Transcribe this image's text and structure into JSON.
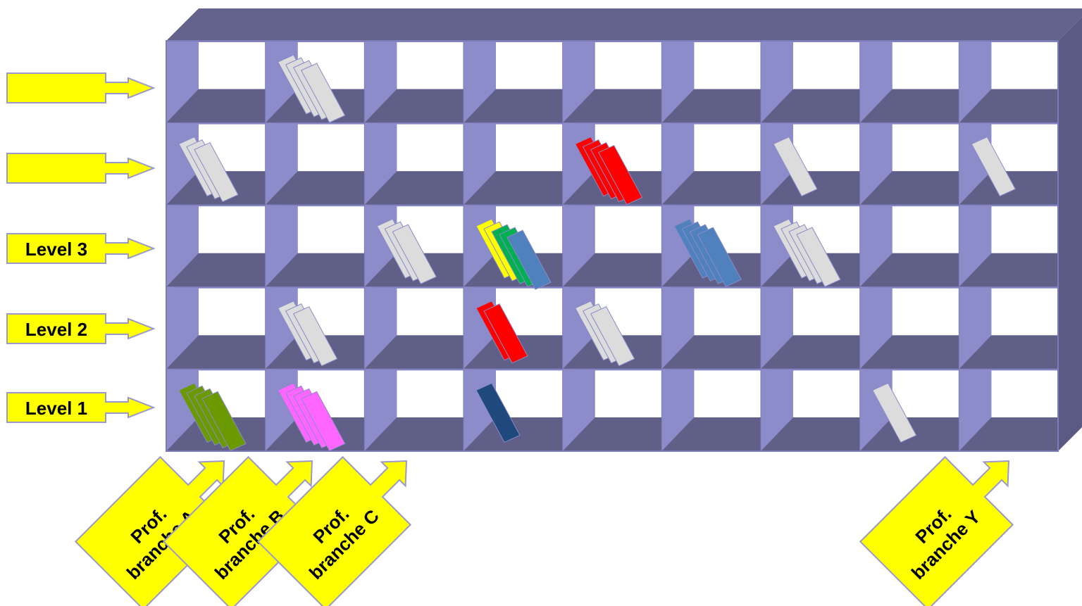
{
  "colors": {
    "frame_front": "#8C8CCB",
    "frame_dark": "#5F5F88",
    "frame_top": "#63638E",
    "frame_side": "#5A5A85",
    "cell_bg": "#FFFFFF",
    "arrow_fill": "#FFFF00",
    "arrow_stroke": "#9999CC",
    "folder_stroke": "#8A8AC8"
  },
  "shelf": {
    "columns": 9,
    "rows": 5
  },
  "levels": [
    {
      "label": "",
      "row": 0
    },
    {
      "label": "",
      "row": 1
    },
    {
      "label": "Level 3",
      "row": 2
    },
    {
      "label": "Level 2",
      "row": 3
    },
    {
      "label": "Level 1",
      "row": 4
    }
  ],
  "branches": [
    {
      "line1": "Prof.",
      "line2": "branche A",
      "column": 0
    },
    {
      "line1": "Prof.",
      "line2": "branche B",
      "column": 1
    },
    {
      "line1": "Prof.",
      "line2": "branche C",
      "column": 2
    },
    {
      "line1": "Prof.",
      "line2": "branche Y",
      "column": 8
    }
  ],
  "folder_groups": [
    {
      "row": 0,
      "col": 1,
      "colors": [
        "#DCDCDC",
        "#DCDCDC",
        "#DCDCDC",
        "#DCDCDC"
      ]
    },
    {
      "row": 1,
      "col": 0,
      "colors": [
        "#DCDCDC",
        "#DCDCDC",
        "#DCDCDC"
      ]
    },
    {
      "row": 1,
      "col": 4,
      "colors": [
        "#FF0000",
        "#FF0000",
        "#FF0000",
        "#FF0000"
      ]
    },
    {
      "row": 1,
      "col": 6,
      "colors": [
        "#DCDCDC"
      ]
    },
    {
      "row": 1,
      "col": 8,
      "colors": [
        "#DCDCDC"
      ]
    },
    {
      "row": 2,
      "col": 2,
      "colors": [
        "#DCDCDC",
        "#DCDCDC",
        "#DCDCDC"
      ]
    },
    {
      "row": 2,
      "col": 3,
      "colors": [
        "#FFFF00",
        "#FFFF00",
        "#00B050",
        "#00B050",
        "#4F81BD"
      ]
    },
    {
      "row": 2,
      "col": 5,
      "colors": [
        "#4F81BD",
        "#4F81BD",
        "#4F81BD",
        "#4F81BD"
      ]
    },
    {
      "row": 2,
      "col": 6,
      "colors": [
        "#DCDCDC",
        "#DCDCDC",
        "#DCDCDC",
        "#DCDCDC"
      ]
    },
    {
      "row": 3,
      "col": 1,
      "colors": [
        "#DCDCDC",
        "#DCDCDC",
        "#DCDCDC"
      ]
    },
    {
      "row": 3,
      "col": 3,
      "colors": [
        "#FF0000",
        "#FF0000"
      ]
    },
    {
      "row": 3,
      "col": 4,
      "colors": [
        "#DCDCDC",
        "#DCDCDC",
        "#DCDCDC"
      ]
    },
    {
      "row": 4,
      "col": 0,
      "colors": [
        "#6B9A00",
        "#6B9A00",
        "#6B9A00",
        "#6B9A00"
      ]
    },
    {
      "row": 4,
      "col": 1,
      "colors": [
        "#FF66FF",
        "#FF66FF",
        "#FF66FF",
        "#FF66FF"
      ]
    },
    {
      "row": 4,
      "col": 3,
      "colors": [
        "#1F497D"
      ]
    },
    {
      "row": 4,
      "col": 7,
      "colors": [
        "#DCDCDC"
      ]
    }
  ]
}
